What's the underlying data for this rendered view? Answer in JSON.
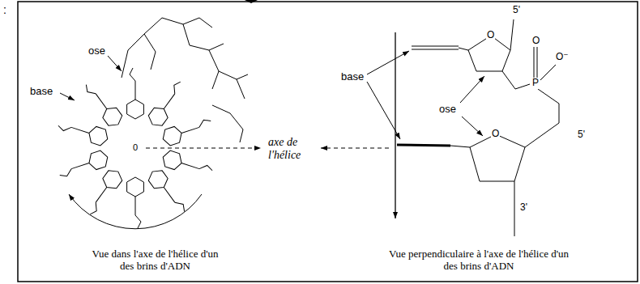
{
  "diagram": {
    "labels": [
      ":",
      "ose",
      "base",
      "0",
      "axe de l'hélice",
      "Vue dans l'axe de l'hélice d'un des brins d'ADN",
      "base",
      "5'",
      "O",
      "O",
      "P",
      "O⁻",
      "ose",
      "O",
      "5'",
      "3'",
      "Vue perpendiculaire à l'axe de l'hélice d'un des brins d'ADN"
    ]
  }
}
